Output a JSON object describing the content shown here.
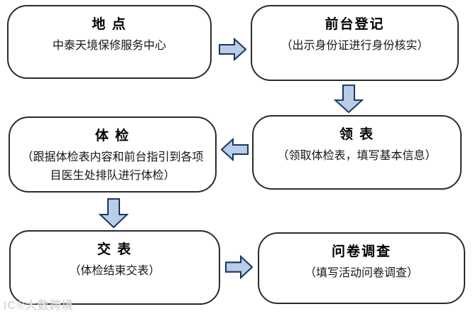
{
  "boxes": [
    {
      "id": "location",
      "title": "地 点",
      "desc": "中泰天境保修服务中心"
    },
    {
      "id": "registration",
      "title": "前台登记",
      "desc": "（出示身份证进行身份核实）"
    },
    {
      "id": "physical-exam",
      "title": "体 检",
      "desc": "（跟据体检表内容和前台指引到各项目医生处排队进行体检）"
    },
    {
      "id": "get-form",
      "title": "领 表",
      "desc": "（领取体检表，填写基本信息）"
    },
    {
      "id": "submit-form",
      "title": "交 表",
      "desc": "（体检结束交表）"
    },
    {
      "id": "questionnaire",
      "title": "问卷调查",
      "desc": "（填写活动问卷调查）"
    }
  ],
  "arrows": [
    {
      "icon": "arrow-right-icon",
      "from": "地 点",
      "to": "前台登记"
    },
    {
      "icon": "arrow-down-icon",
      "from": "前台登记",
      "to": "领 表"
    },
    {
      "icon": "arrow-left-icon",
      "from": "领 表",
      "to": "体 检"
    },
    {
      "icon": "arrow-down-icon",
      "from": "体 检",
      "to": "交 表"
    },
    {
      "icon": "arrow-right-icon",
      "from": "交 表",
      "to": "问卷调查"
    }
  ],
  "watermark": {
    "text": "IC®大数跨境"
  },
  "colors": {
    "arrow_fill": "#b9cde8",
    "arrow_border": "#17375e",
    "box_border": "#2b2b2b",
    "watermark_color": "#d9d9d9"
  }
}
